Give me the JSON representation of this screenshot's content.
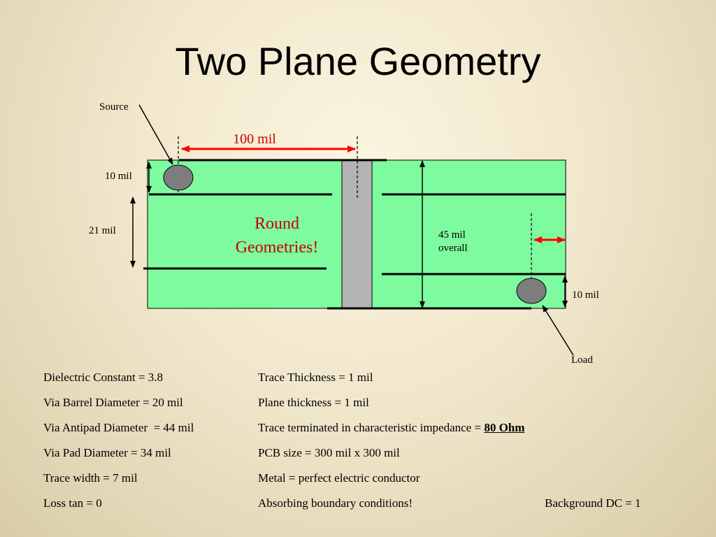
{
  "slide": {
    "title": "Two Plane Geometry"
  },
  "diagram": {
    "source_label": "Source",
    "load_label": "Load",
    "dim_100": "100 mil",
    "dim_10_top": "10 mil",
    "dim_21": "21 mil",
    "dim_45_line1": "45 mil",
    "dim_45_line2": "overall",
    "dim_10_bottom": "10 mil",
    "center_line1": "Round",
    "center_line2": "Geometries!",
    "colors": {
      "board": "#7dfb9e",
      "via": "#b3b3b3",
      "pad": "#7d7d7d",
      "arrow_red": "#ff0000",
      "annotation_red": "#cc0000"
    }
  },
  "params": {
    "left": [
      "Dielectric Constant = 3.8",
      "Via Barrel Diameter = 20 mil",
      "Via Antipad Diameter  = 44 mil",
      "Via Pad Diameter = 34 mil",
      "Trace width = 7 mil",
      "Loss tan = 0"
    ],
    "right": [
      "Trace Thickness = 1 mil",
      "Plane thickness = 1 mil",
      "Trace terminated in characteristic impedance = ",
      "PCB size = 300 mil x 300 mil",
      "Metal = perfect electric conductor",
      "Absorbing boundary conditions!"
    ],
    "impedance_value": "80 Ohm",
    "background_dc": "Background DC = 1"
  }
}
